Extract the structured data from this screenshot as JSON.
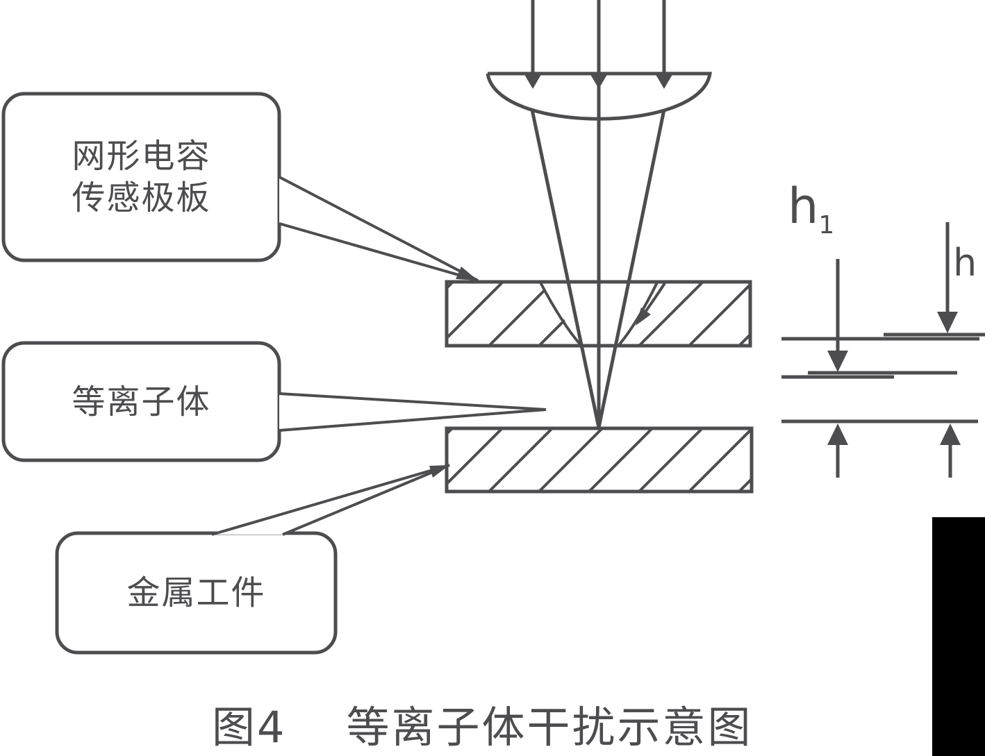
{
  "caption": {
    "figure_label": "图4",
    "title": "等离子体干扰示意图"
  },
  "callouts": {
    "sensor_plate": {
      "line1": "网形电容",
      "line2": "传感极板"
    },
    "plasma": {
      "label": "等离子体"
    },
    "workpiece": {
      "label": "金属工件"
    }
  },
  "dimensions": {
    "h1_base": "h",
    "h1_sub": "1",
    "h_label": "h"
  },
  "colors": {
    "stroke": "#4d4d50",
    "background": "#ffffff",
    "corner_block": "#000000"
  }
}
